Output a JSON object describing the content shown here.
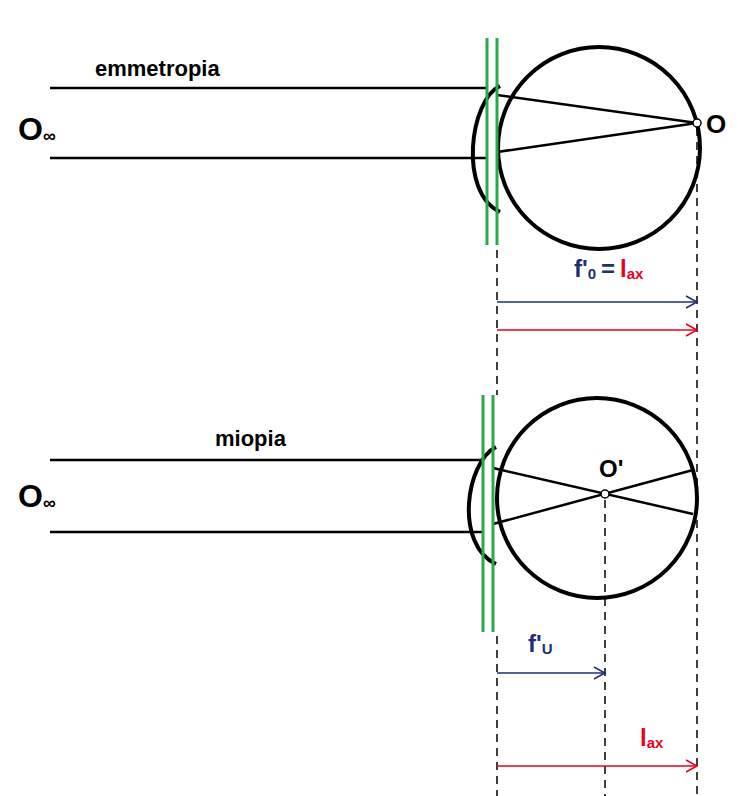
{
  "diagram": {
    "labels": [
      "emmetropia",
      "O",
      "∞",
      "O",
      "f'",
      "0",
      "=",
      "l",
      "ax",
      "miopia",
      "O",
      "∞",
      "O'",
      "f'",
      "U",
      "l",
      "ax"
    ]
  }
}
